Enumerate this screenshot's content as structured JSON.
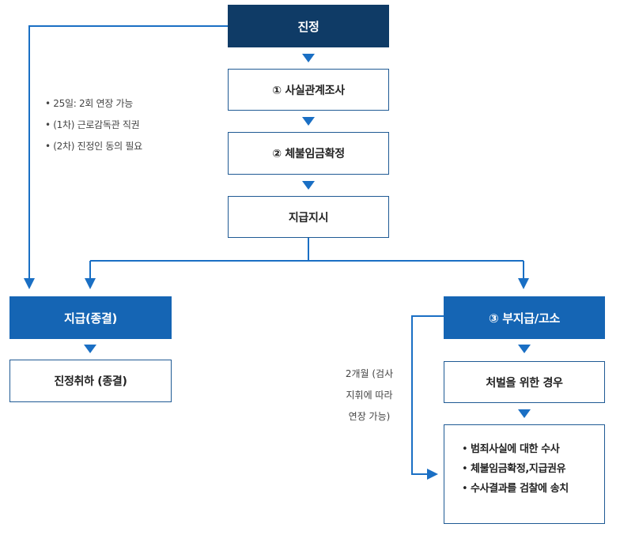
{
  "nodes": {
    "petition": "진정",
    "step1": "① 사실관계조사",
    "step2": "② 체불임금확정",
    "order": "지급지시",
    "paid": "지급(종결)",
    "withdraw": "진정취하 (종결)",
    "unpaid": "③ 부지급/고소",
    "punish": "처벌을 위한 경우"
  },
  "left_notes": [
    "25일: 2회 연장 가능",
    "(1차) 근로감독관 직권",
    "(2차) 진정인 동의 필요"
  ],
  "right_note": [
    "2개월 (검사",
    "지휘에 따라",
    "연장 가능)"
  ],
  "investigation_items": [
    "범죄사실에 대한 수사",
    "체불임금확정,지급권유",
    "수사결과를 검찰에 송치"
  ],
  "colors": {
    "navy": "#0f3b66",
    "blue": "#1565b4",
    "arrow": "#1a6fc4",
    "border": "#1f5a94"
  }
}
